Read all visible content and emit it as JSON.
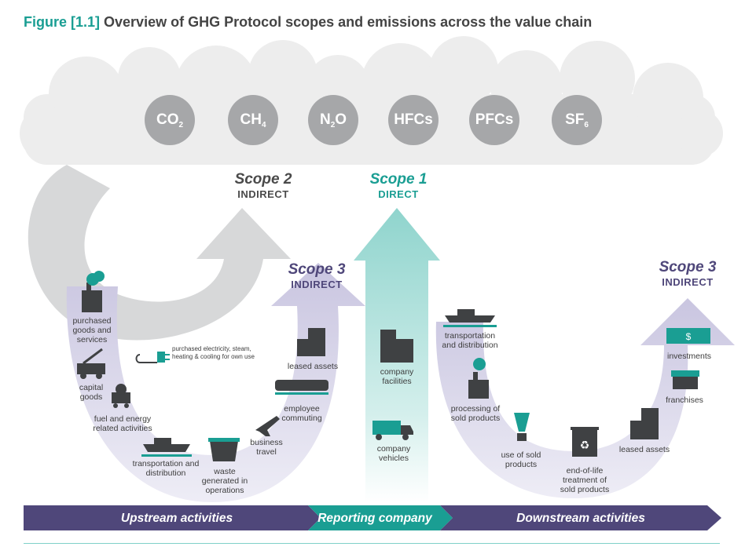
{
  "figure": {
    "number": "Figure [1.1]",
    "title": "Overview of GHG Protocol scopes and emissions across the value chain"
  },
  "gases": [
    {
      "base": "CO",
      "sub": "2"
    },
    {
      "base": "CH",
      "sub": "4"
    },
    {
      "base": "N",
      "sub": "2",
      "suffix": "O"
    },
    {
      "base": "HFCs"
    },
    {
      "base": "PFCs"
    },
    {
      "base": "SF",
      "sub": "6"
    }
  ],
  "scopes": {
    "scope2": {
      "name": "Scope 2",
      "kind": "INDIRECT"
    },
    "scope1": {
      "name": "Scope 1",
      "kind": "DIRECT"
    },
    "scope3_upstream": {
      "name": "Scope 3",
      "kind": "INDIRECT"
    },
    "scope3_downstream": {
      "name": "Scope 3",
      "kind": "INDIRECT"
    }
  },
  "scope2_items": {
    "electricity": "purchased electricity, steam, heating & cooling for own use"
  },
  "upstream_items": {
    "purchased_goods": "purchased goods and services",
    "capital_goods": "capital goods",
    "fuel_energy": "fuel and energy related activities",
    "transportation": "transportation and distribution",
    "waste": "waste generated in operations",
    "business_travel": "business travel",
    "employee_commuting": "employee commuting",
    "leased_assets": "leased assets"
  },
  "company_items": {
    "facilities": "company facilities",
    "vehicles": "company vehicles"
  },
  "downstream_items": {
    "transportation": "transportation and distribution",
    "processing": "processing of sold products",
    "use": "use of sold products",
    "end_of_life": "end-of-life treatment of sold products",
    "leased_assets": "leased assets",
    "franchises": "franchises",
    "investments": "investments"
  },
  "bands": {
    "upstream": "Upstream activities",
    "reporting": "Reporting company",
    "downstream": "Downstream activities"
  },
  "colors": {
    "teal": "#1a9e93",
    "purple": "#4f477a",
    "gray_cloud": "#ececec",
    "gas_circle": "#a6a7a9",
    "scope2_arrow": "#cfd0d1",
    "scope3_arrow": "#d8d6e8",
    "scope1_arrow": "#8fd4cd",
    "icon_dark": "#3f4143"
  }
}
